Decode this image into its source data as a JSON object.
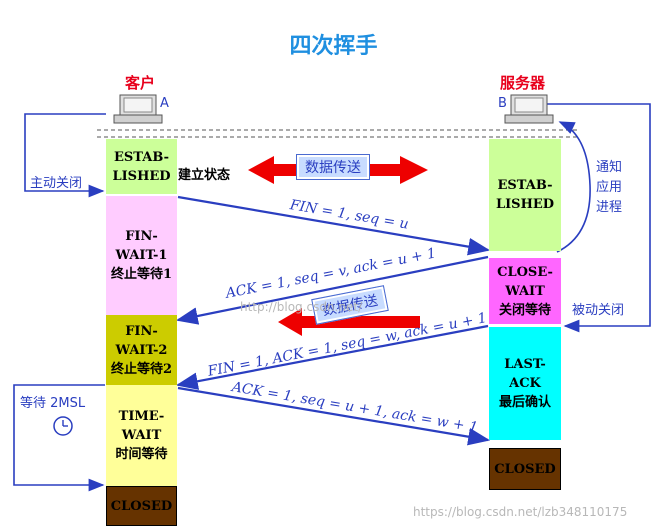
{
  "title": "四次挥手",
  "client": {
    "label": "客户",
    "letter": "A"
  },
  "server": {
    "label": "服务器",
    "letter": "B"
  },
  "client_states": [
    {
      "text": "ESTAB-\nLISHED",
      "color": "#ccff99"
    },
    {
      "text": "FIN-WAIT-1\n终止等待1",
      "color": "#ffccff"
    },
    {
      "text": "FIN-WAIT-2\n终止等待2",
      "color": "#cccc00"
    },
    {
      "text": "TIME-WAIT\n时间等待",
      "color": "#ffff99"
    },
    {
      "text": "CLOSED",
      "color": "#663300"
    }
  ],
  "server_states": [
    {
      "text": "ESTAB-\nLISHED",
      "color": "#ccff99"
    },
    {
      "text": "CLOSE-WAIT\n关闭等待",
      "color": "#ff66ff"
    },
    {
      "text": "LAST-ACK\n最后确认",
      "color": "#00ffff"
    },
    {
      "text": "CLOSED",
      "color": "#663300"
    }
  ],
  "established_label": "建立状态",
  "data_transfer_label": "数据传送",
  "messages": {
    "fin1": "FIN = 1, seq = u",
    "ack1": "ACK = 1, seq = v, ack = u + 1",
    "fin2": "FIN = 1, ACK = 1, seq = w, ack = u + 1",
    "ack2": "ACK = 1, seq = u + 1, ack = w + 1"
  },
  "notes": {
    "active_close": "主动关闭",
    "notify_app": "通知\n应用\n进程",
    "passive_close": "被动关闭",
    "wait_2msl": "等待 2MSL"
  },
  "watermark_url": "http://blog.csdn.net/",
  "watermark_bottom": "https://blog.csdn.net/lzb348110175",
  "colors": {
    "arrow": "#2a3ec0",
    "data_arrow": "#ee0000",
    "title": "#1f8fe0",
    "party": "#e8001c"
  }
}
